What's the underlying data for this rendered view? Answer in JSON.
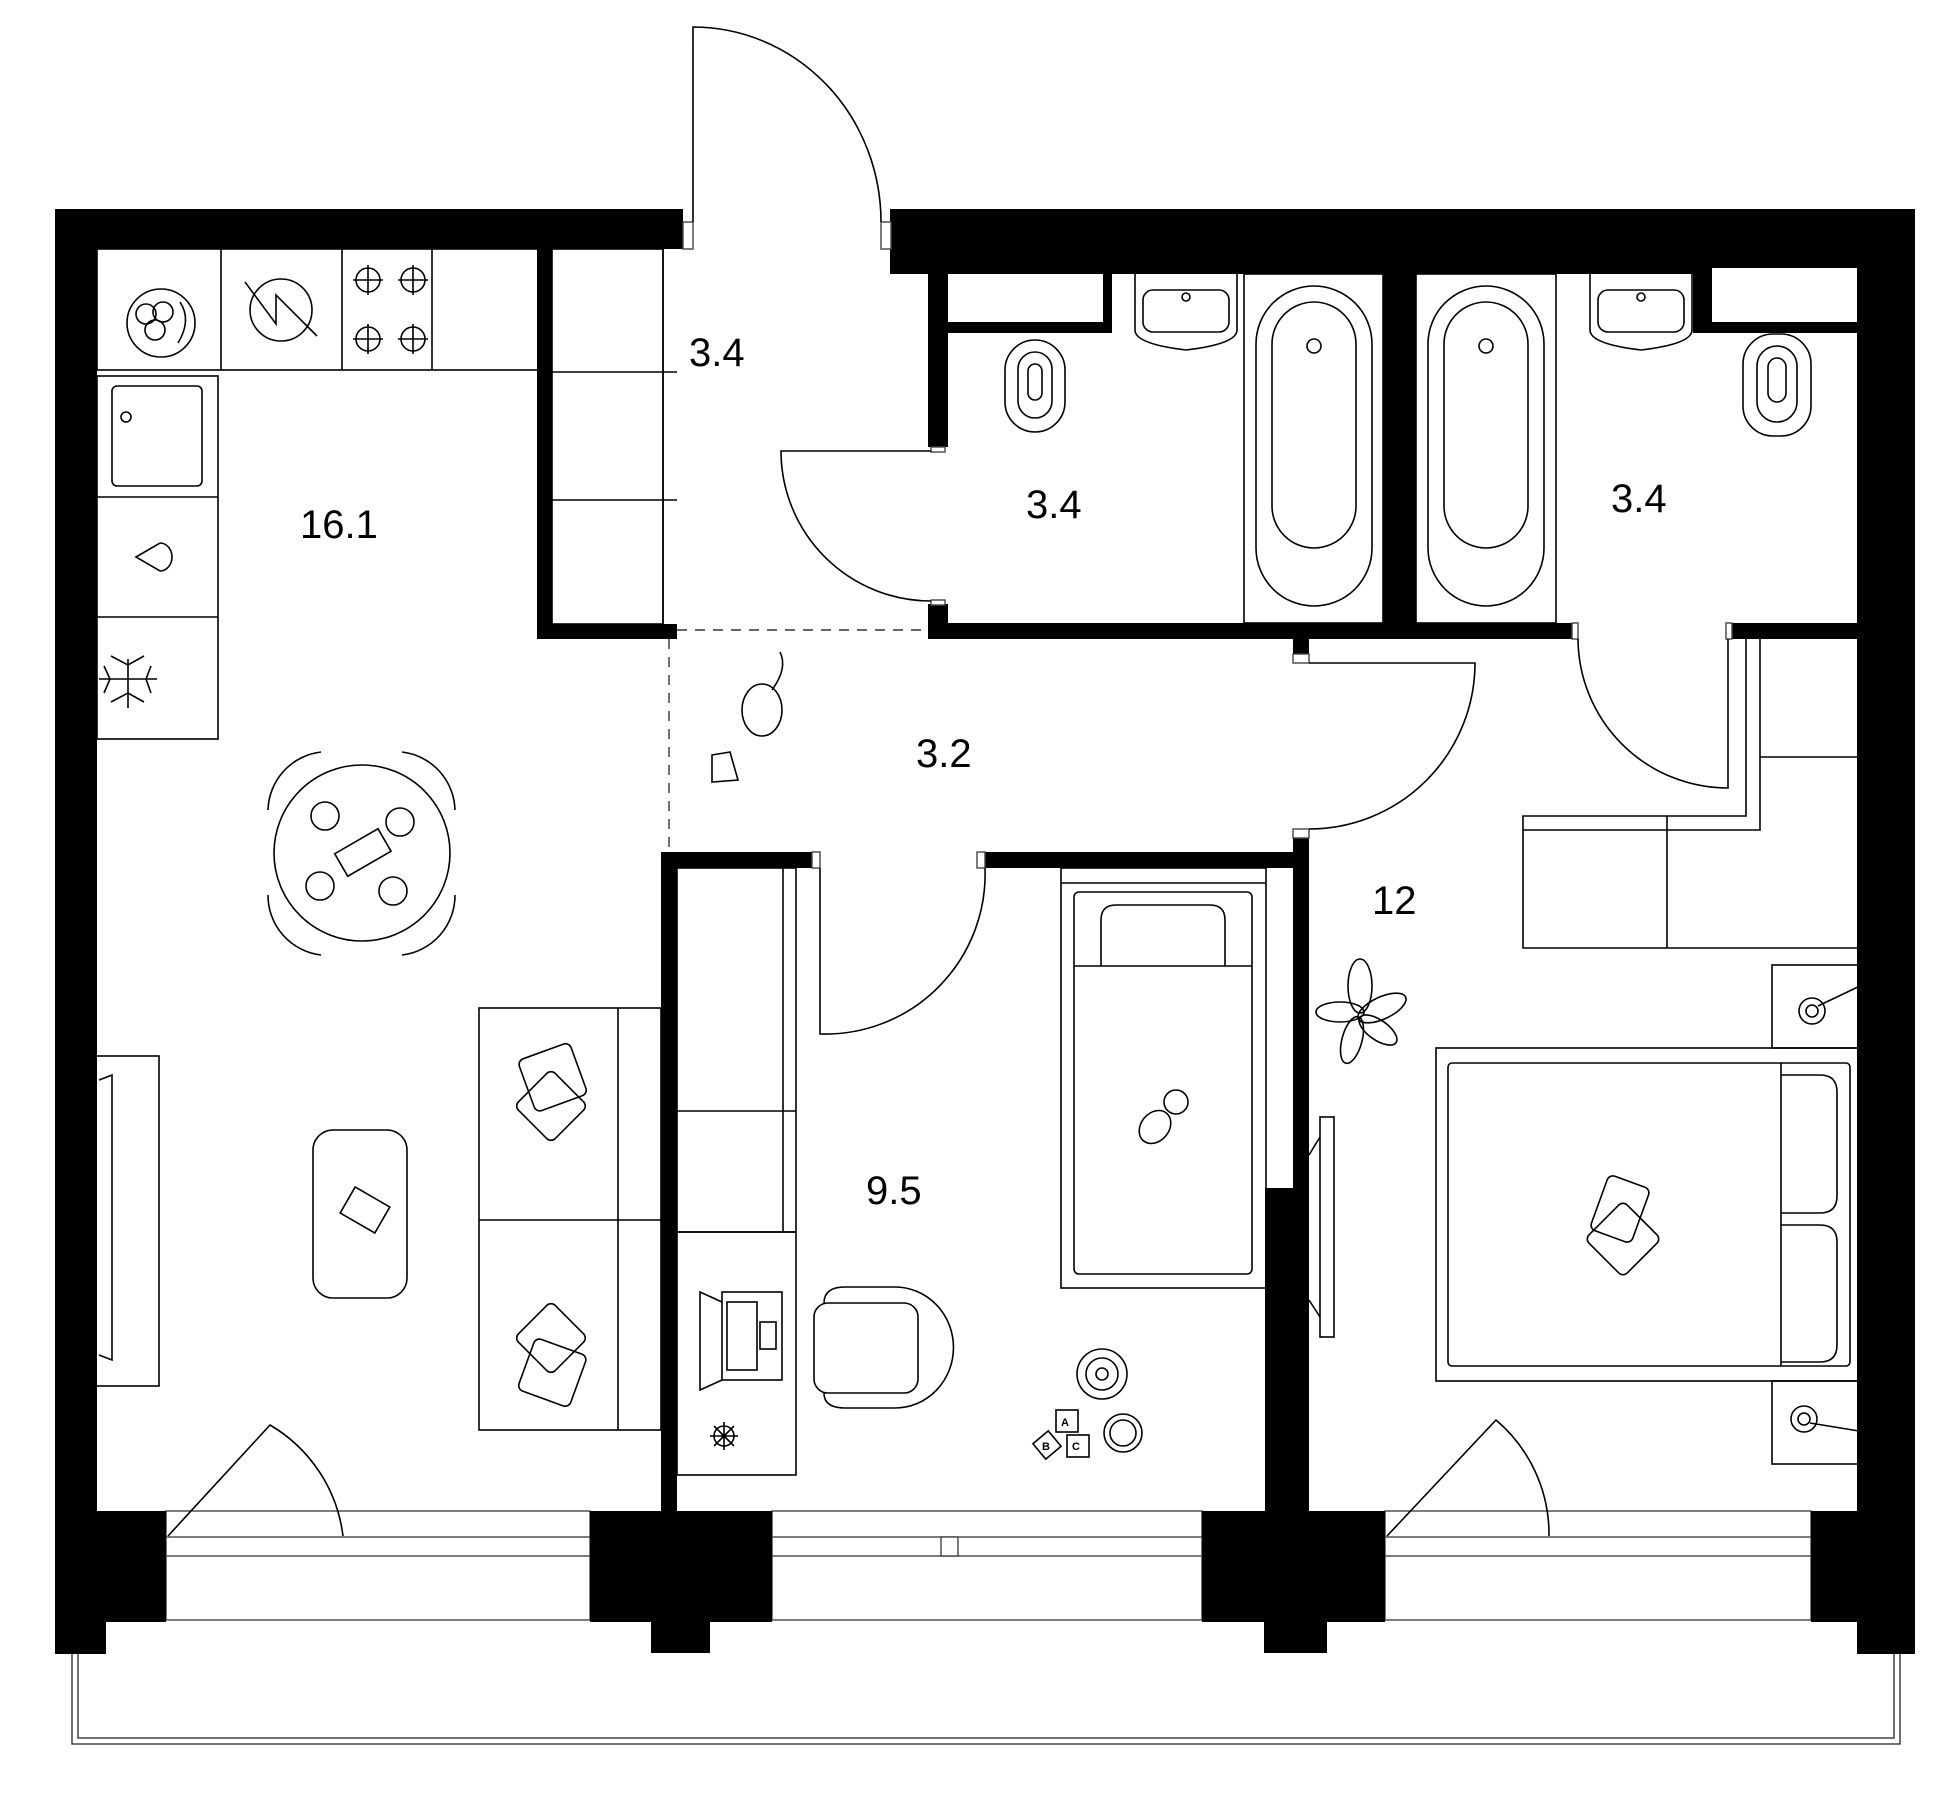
{
  "plan": {
    "type": "apartment-floor-plan",
    "units": "m²",
    "rooms": [
      {
        "id": "living-kitchen",
        "label": "16.1"
      },
      {
        "id": "entry-hall",
        "label": "3.4"
      },
      {
        "id": "bathroom-1",
        "label": "3.4"
      },
      {
        "id": "bathroom-2",
        "label": "3.4"
      },
      {
        "id": "corridor",
        "label": "3.2"
      },
      {
        "id": "kids-room",
        "label": "9.5"
      },
      {
        "id": "bedroom",
        "label": "12"
      }
    ],
    "toy_blocks": [
      "A",
      "B",
      "C"
    ],
    "colors": {
      "wall": "#000000",
      "line": "#000000",
      "background": "#ffffff"
    }
  }
}
